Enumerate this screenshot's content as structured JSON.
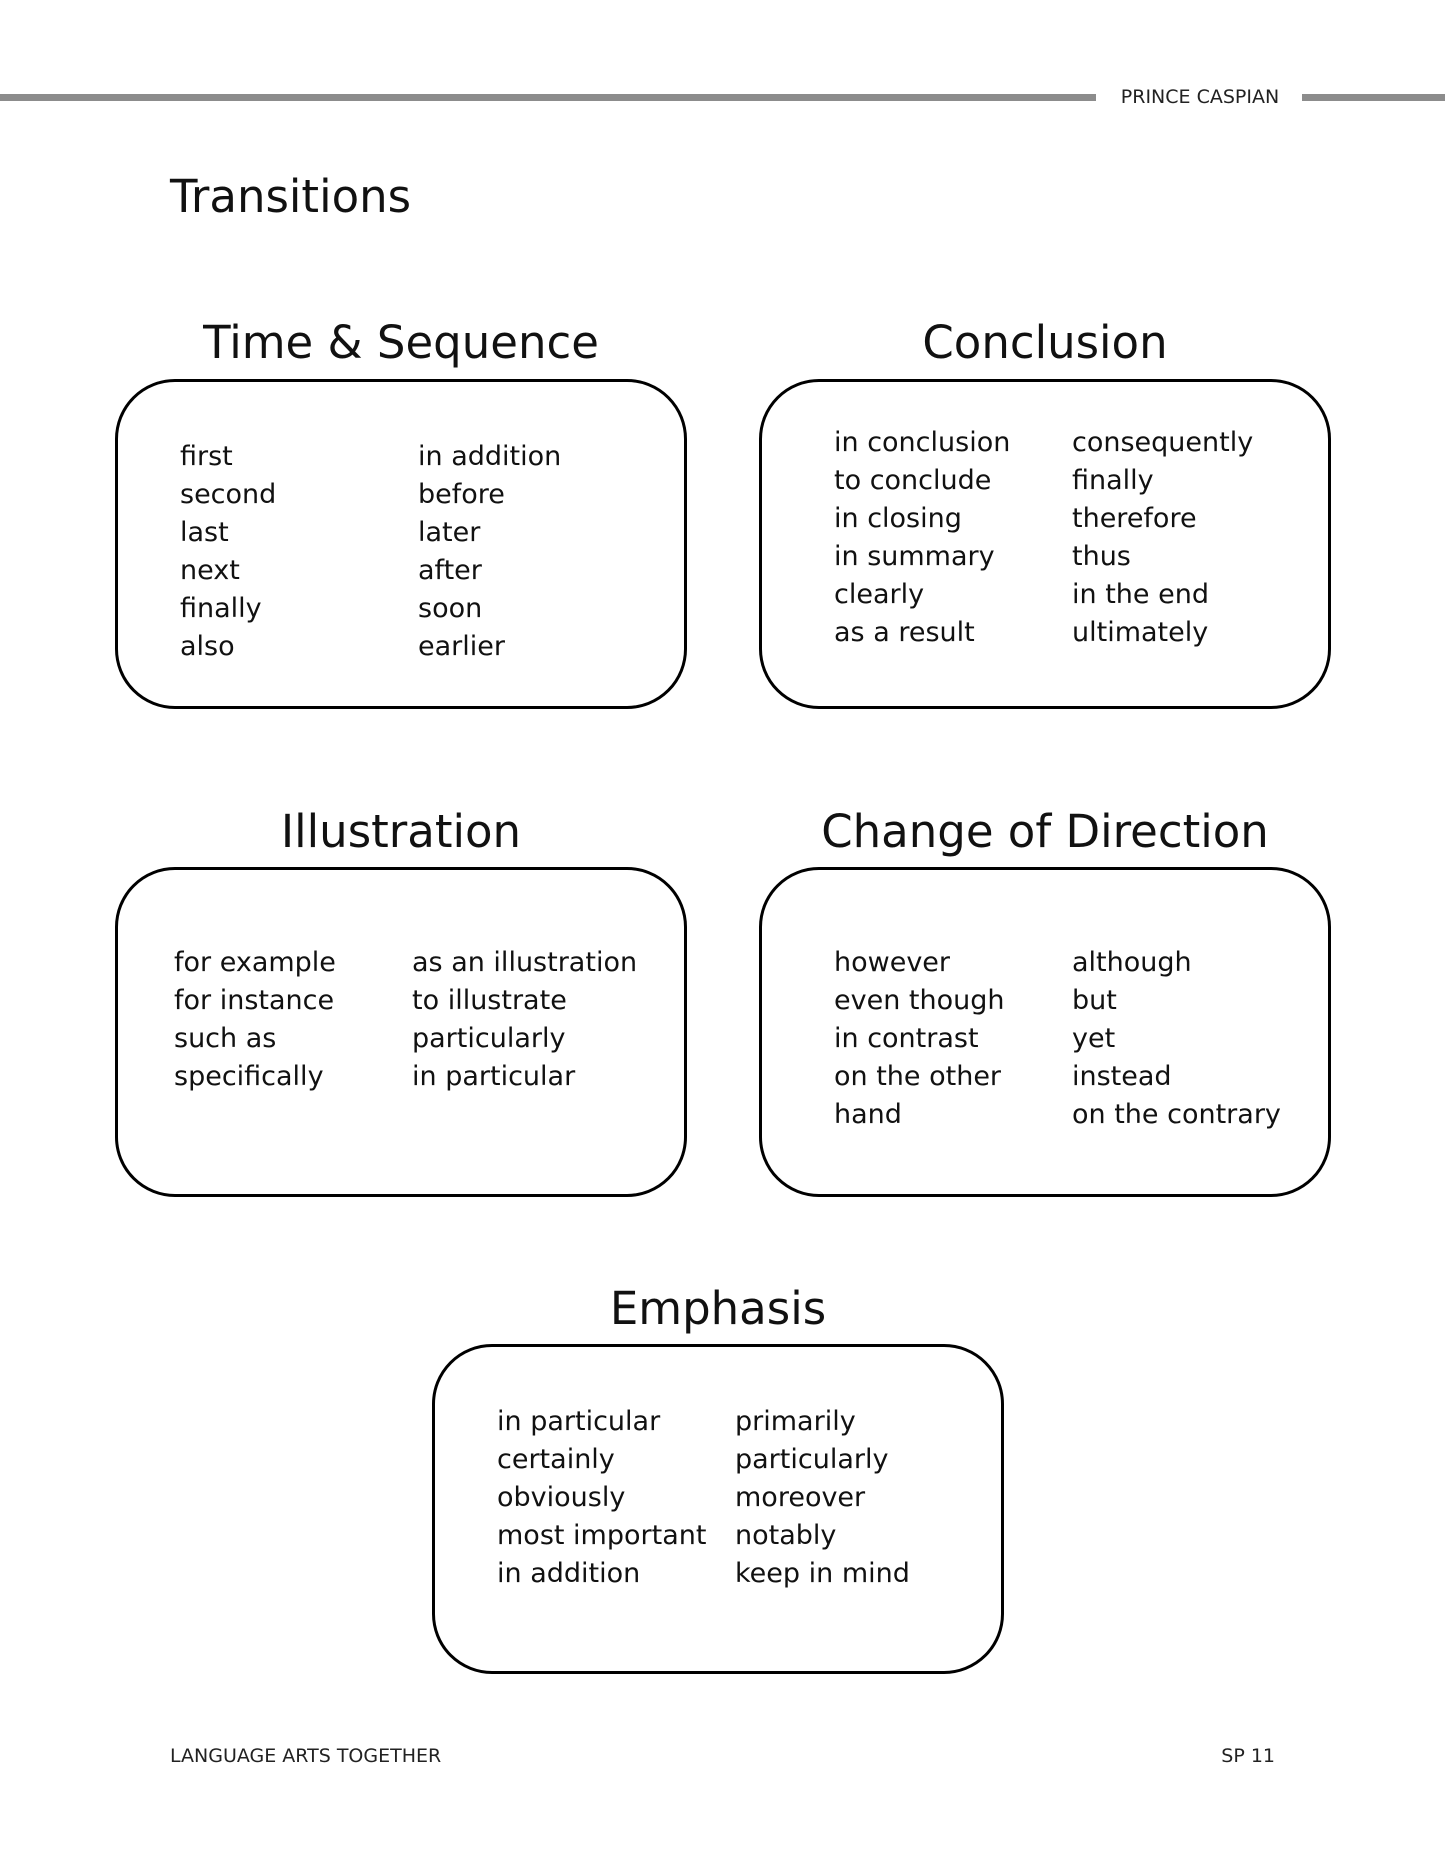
{
  "header": {
    "running_head": "PRINCE CASPIAN"
  },
  "title": "Transitions",
  "sections": [
    {
      "heading": "Time & Sequence",
      "left": [
        "first",
        "second",
        "last",
        "next",
        "finally",
        "also"
      ],
      "right": [
        "in addition",
        "before",
        "later",
        "after",
        "soon",
        "earlier"
      ]
    },
    {
      "heading": "Conclusion",
      "left": [
        "in conclusion",
        "to conclude",
        "in closing",
        "in summary",
        "clearly",
        "as a result"
      ],
      "right": [
        "consequently",
        "finally",
        "therefore",
        "thus",
        "in the end",
        "ultimately"
      ]
    },
    {
      "heading": "Illustration",
      "left": [
        "for example",
        "for instance",
        "such as",
        "specifically"
      ],
      "right": [
        "as an illustration",
        "to illustrate",
        "particularly",
        "in particular"
      ]
    },
    {
      "heading": "Change of Direction",
      "left": [
        "however",
        "even though",
        "in contrast",
        "on the other",
        "hand"
      ],
      "right": [
        "although",
        "but",
        "yet",
        "instead",
        "on the contrary"
      ]
    },
    {
      "heading": "Emphasis",
      "left": [
        "in particular",
        "certainly",
        "obviously",
        "most important",
        "in addition"
      ],
      "right": [
        "primarily",
        "particularly",
        "moreover",
        "notably",
        "keep in mind"
      ]
    }
  ],
  "footer": {
    "left": "LANGUAGE ARTS TOGETHER",
    "right": "SP 11"
  }
}
